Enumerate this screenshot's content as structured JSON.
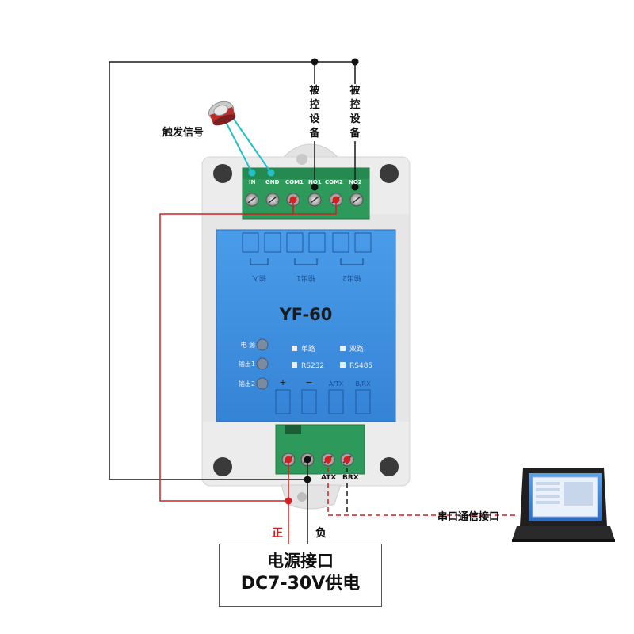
{
  "trigger_label": "触发信号",
  "controlled_device_1": [
    "被",
    "控",
    "设",
    "备"
  ],
  "controlled_device_2": [
    "被",
    "控",
    "设",
    "备"
  ],
  "top_terminals": [
    "IN",
    "GND",
    "COM1",
    "NO1",
    "COM2",
    "NO2"
  ],
  "board": {
    "model": "YF-60",
    "top_labels": [
      "输入",
      "输出1",
      "输出2"
    ],
    "leds": [
      "电 源",
      "输出1",
      "输出2"
    ],
    "mode_options": [
      "单路",
      "双路",
      "RS232",
      "RS485"
    ],
    "bottom_labels": [
      "+",
      "−",
      "A/TX",
      "B/RX"
    ]
  },
  "bottom_terminal_labels": [
    "ATX",
    "BRX"
  ],
  "positive_label": "正",
  "negative_label": "负",
  "serial_label": "串口通信接口",
  "power_box": {
    "line1": "电源接口",
    "line2": "DC7-30V供电"
  },
  "colors": {
    "wire_black": "#1a1a1a",
    "wire_red": "#d42020",
    "board_blue": "#3f8fe0",
    "terminal_green": "#2d9a5b",
    "enclosure": "#e9e9e9"
  }
}
